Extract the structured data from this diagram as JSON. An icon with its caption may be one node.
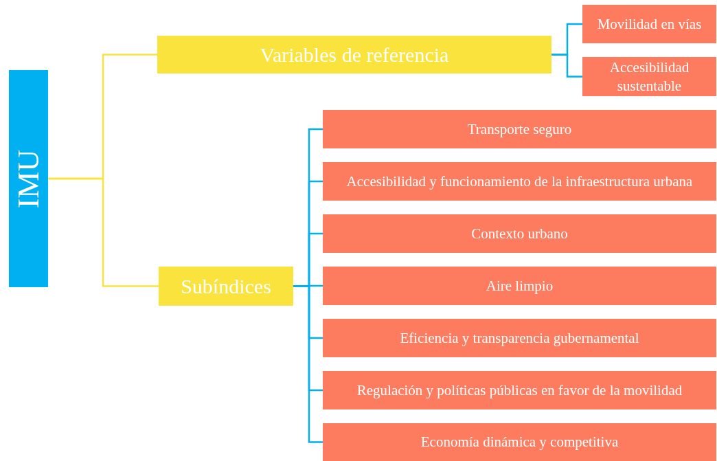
{
  "diagram": {
    "nodes": [
      {
        "text": [
          "IMU"
        ]
      },
      {
        "text": [
          "Variables de referencia"
        ]
      },
      {
        "text": [
          "Movilidad en vías"
        ]
      },
      {
        "text": [
          "Accesibilidad sustentable"
        ]
      },
      {
        "text": [
          "Subíndices"
        ]
      },
      {
        "text": [
          "Transporte seguro"
        ]
      },
      {
        "text": [
          "Accesibilidad y funcionamiento de la infraestructura urbana"
        ]
      },
      {
        "text": [
          "Contexto urbano"
        ]
      },
      {
        "text": [
          "Aire limpio"
        ]
      },
      {
        "text": [
          "Eficiencia y transparencia gubernamental"
        ]
      },
      {
        "text": [
          "Regulación y políticas públicas en favor de la movilidad"
        ]
      },
      {
        "text": [
          "Economía dinámica y competitiva"
        ]
      }
    ],
    "edges": [
      {
        "from": 0,
        "to": 1,
        "arrow": "none",
        "color": "#fbe33d"
      },
      {
        "from": 0,
        "to": 4,
        "arrow": "none",
        "color": "#fbe33d"
      },
      {
        "from": 1,
        "to": 2,
        "arrow": "none"
      },
      {
        "from": 1,
        "to": 3,
        "arrow": "none"
      },
      {
        "from": 4,
        "to": 5,
        "arrow": "none"
      },
      {
        "from": 4,
        "to": 6,
        "arrow": "none"
      },
      {
        "from": 4,
        "to": 7,
        "arrow": "none"
      },
      {
        "from": 4,
        "to": 8,
        "arrow": "none"
      },
      {
        "from": 4,
        "to": 9,
        "arrow": "none"
      },
      {
        "from": 4,
        "to": 10,
        "arrow": "none"
      },
      {
        "from": 4,
        "to": 11,
        "arrow": "none"
      }
    ]
  }
}
